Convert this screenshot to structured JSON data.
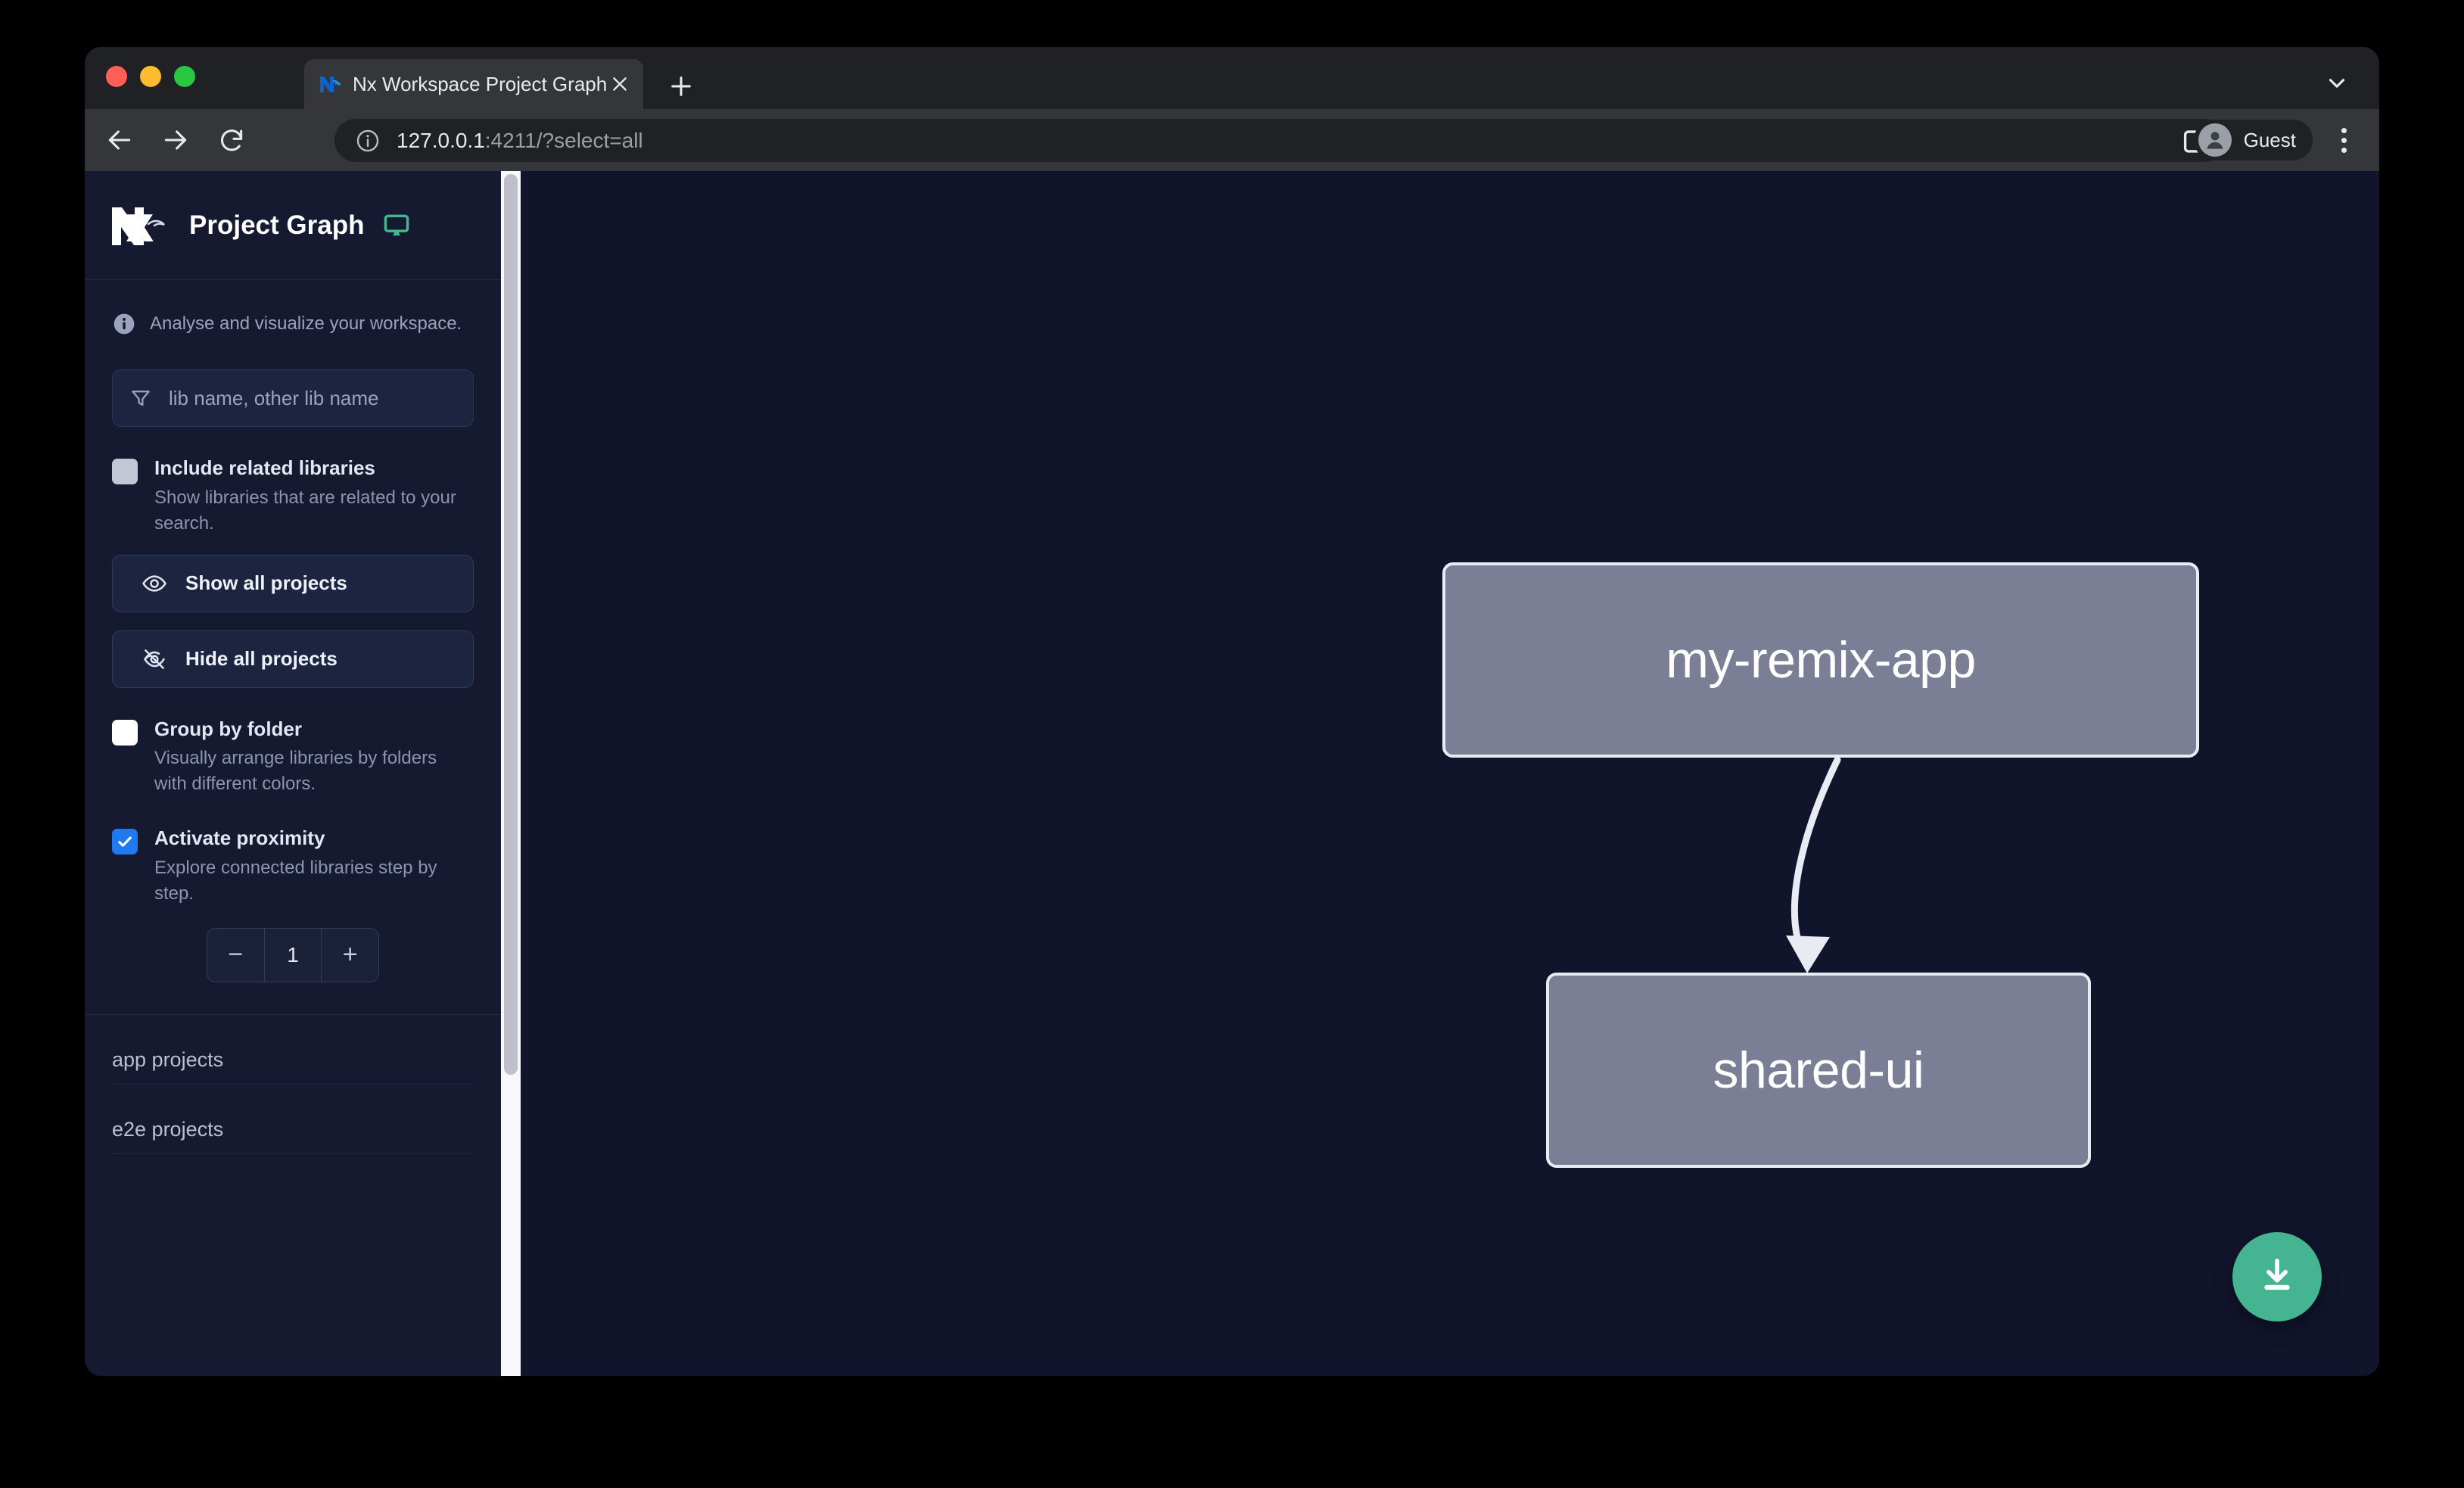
{
  "browser": {
    "tab": {
      "title": "Nx Workspace Project Graph",
      "favicon_icon": "nx-favicon-icon",
      "close_icon": "close-icon"
    },
    "new_tab_icon": "plus-icon",
    "tab_list_icon": "chevron-down-icon",
    "nav": {
      "back_icon": "arrow-left-icon",
      "forward_icon": "arrow-right-icon",
      "reload_icon": "reload-icon"
    },
    "omnibox": {
      "site_info_icon": "info-circle-icon",
      "url_host": "127.0.0.1",
      "url_rest": ":4211/?select=all"
    },
    "side_panel_icon": "side-panel-icon",
    "profile": {
      "avatar_icon": "person-icon",
      "name": "Guest"
    },
    "menu_icon": "three-dots-vertical-icon"
  },
  "sidebar": {
    "logo_icon": "nx-logo-icon",
    "title": "Project Graph",
    "display_icon": "monitor-icon",
    "tagline": {
      "icon": "info-circle-icon",
      "text": "Analyse and visualize your workspace."
    },
    "filter": {
      "icon": "funnel-filter-icon",
      "placeholder": "lib name, other lib name",
      "value": ""
    },
    "options": [
      {
        "label": "Include related libraries",
        "description": "Show libraries that are related to your search.",
        "checked": false
      },
      {
        "label": "Group by folder",
        "description": "Visually arrange libraries by folders with different colors.",
        "checked": false
      },
      {
        "label": "Activate proximity",
        "description": "Explore connected libraries step by step.",
        "checked": true
      }
    ],
    "buttons": {
      "show_all": {
        "label": "Show all projects",
        "icon": "eye-icon"
      },
      "hide_all": {
        "label": "Hide all projects",
        "icon": "eye-off-icon"
      }
    },
    "proximity_stepper": {
      "decrement_label": "−",
      "value": "1",
      "increment_label": "+"
    },
    "project_groups": [
      {
        "label": "app projects"
      },
      {
        "label": "e2e projects"
      }
    ]
  },
  "graph": {
    "nodes": [
      {
        "id": "my-remix-app",
        "label": "my-remix-app"
      },
      {
        "id": "shared-ui",
        "label": "shared-ui"
      }
    ],
    "edges": [
      {
        "from": "my-remix-app",
        "to": "shared-ui"
      }
    ],
    "download_button": {
      "icon": "download-icon",
      "color": "#45b490"
    }
  },
  "colors": {
    "page_background": "#11152c",
    "sidebar_background": "#151a30",
    "node_fill": "#7b7f96",
    "node_border": "#e9ebf2",
    "accent_green": "#45b490",
    "checkbox_checked": "#1f7af0"
  }
}
